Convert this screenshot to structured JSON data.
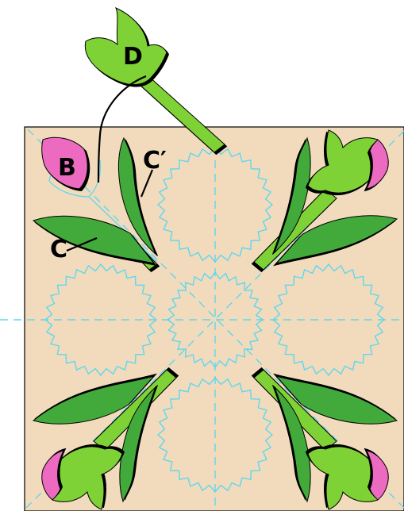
{
  "labels": {
    "d": "D",
    "b": "B",
    "c_prime": "C′",
    "c": "C"
  },
  "colors": {
    "background_block": "#f1dbbc",
    "page": "#ffffff",
    "leaf_dark": "#43a93a",
    "leaf_light": "#7fd235",
    "petal_pink": "#ec6bbf",
    "guide_line": "#5fd7ee",
    "outline": "#000000"
  },
  "icons": [
    "tulip-motif",
    "scalloped-circle",
    "leaf-shape",
    "stem-shape"
  ]
}
